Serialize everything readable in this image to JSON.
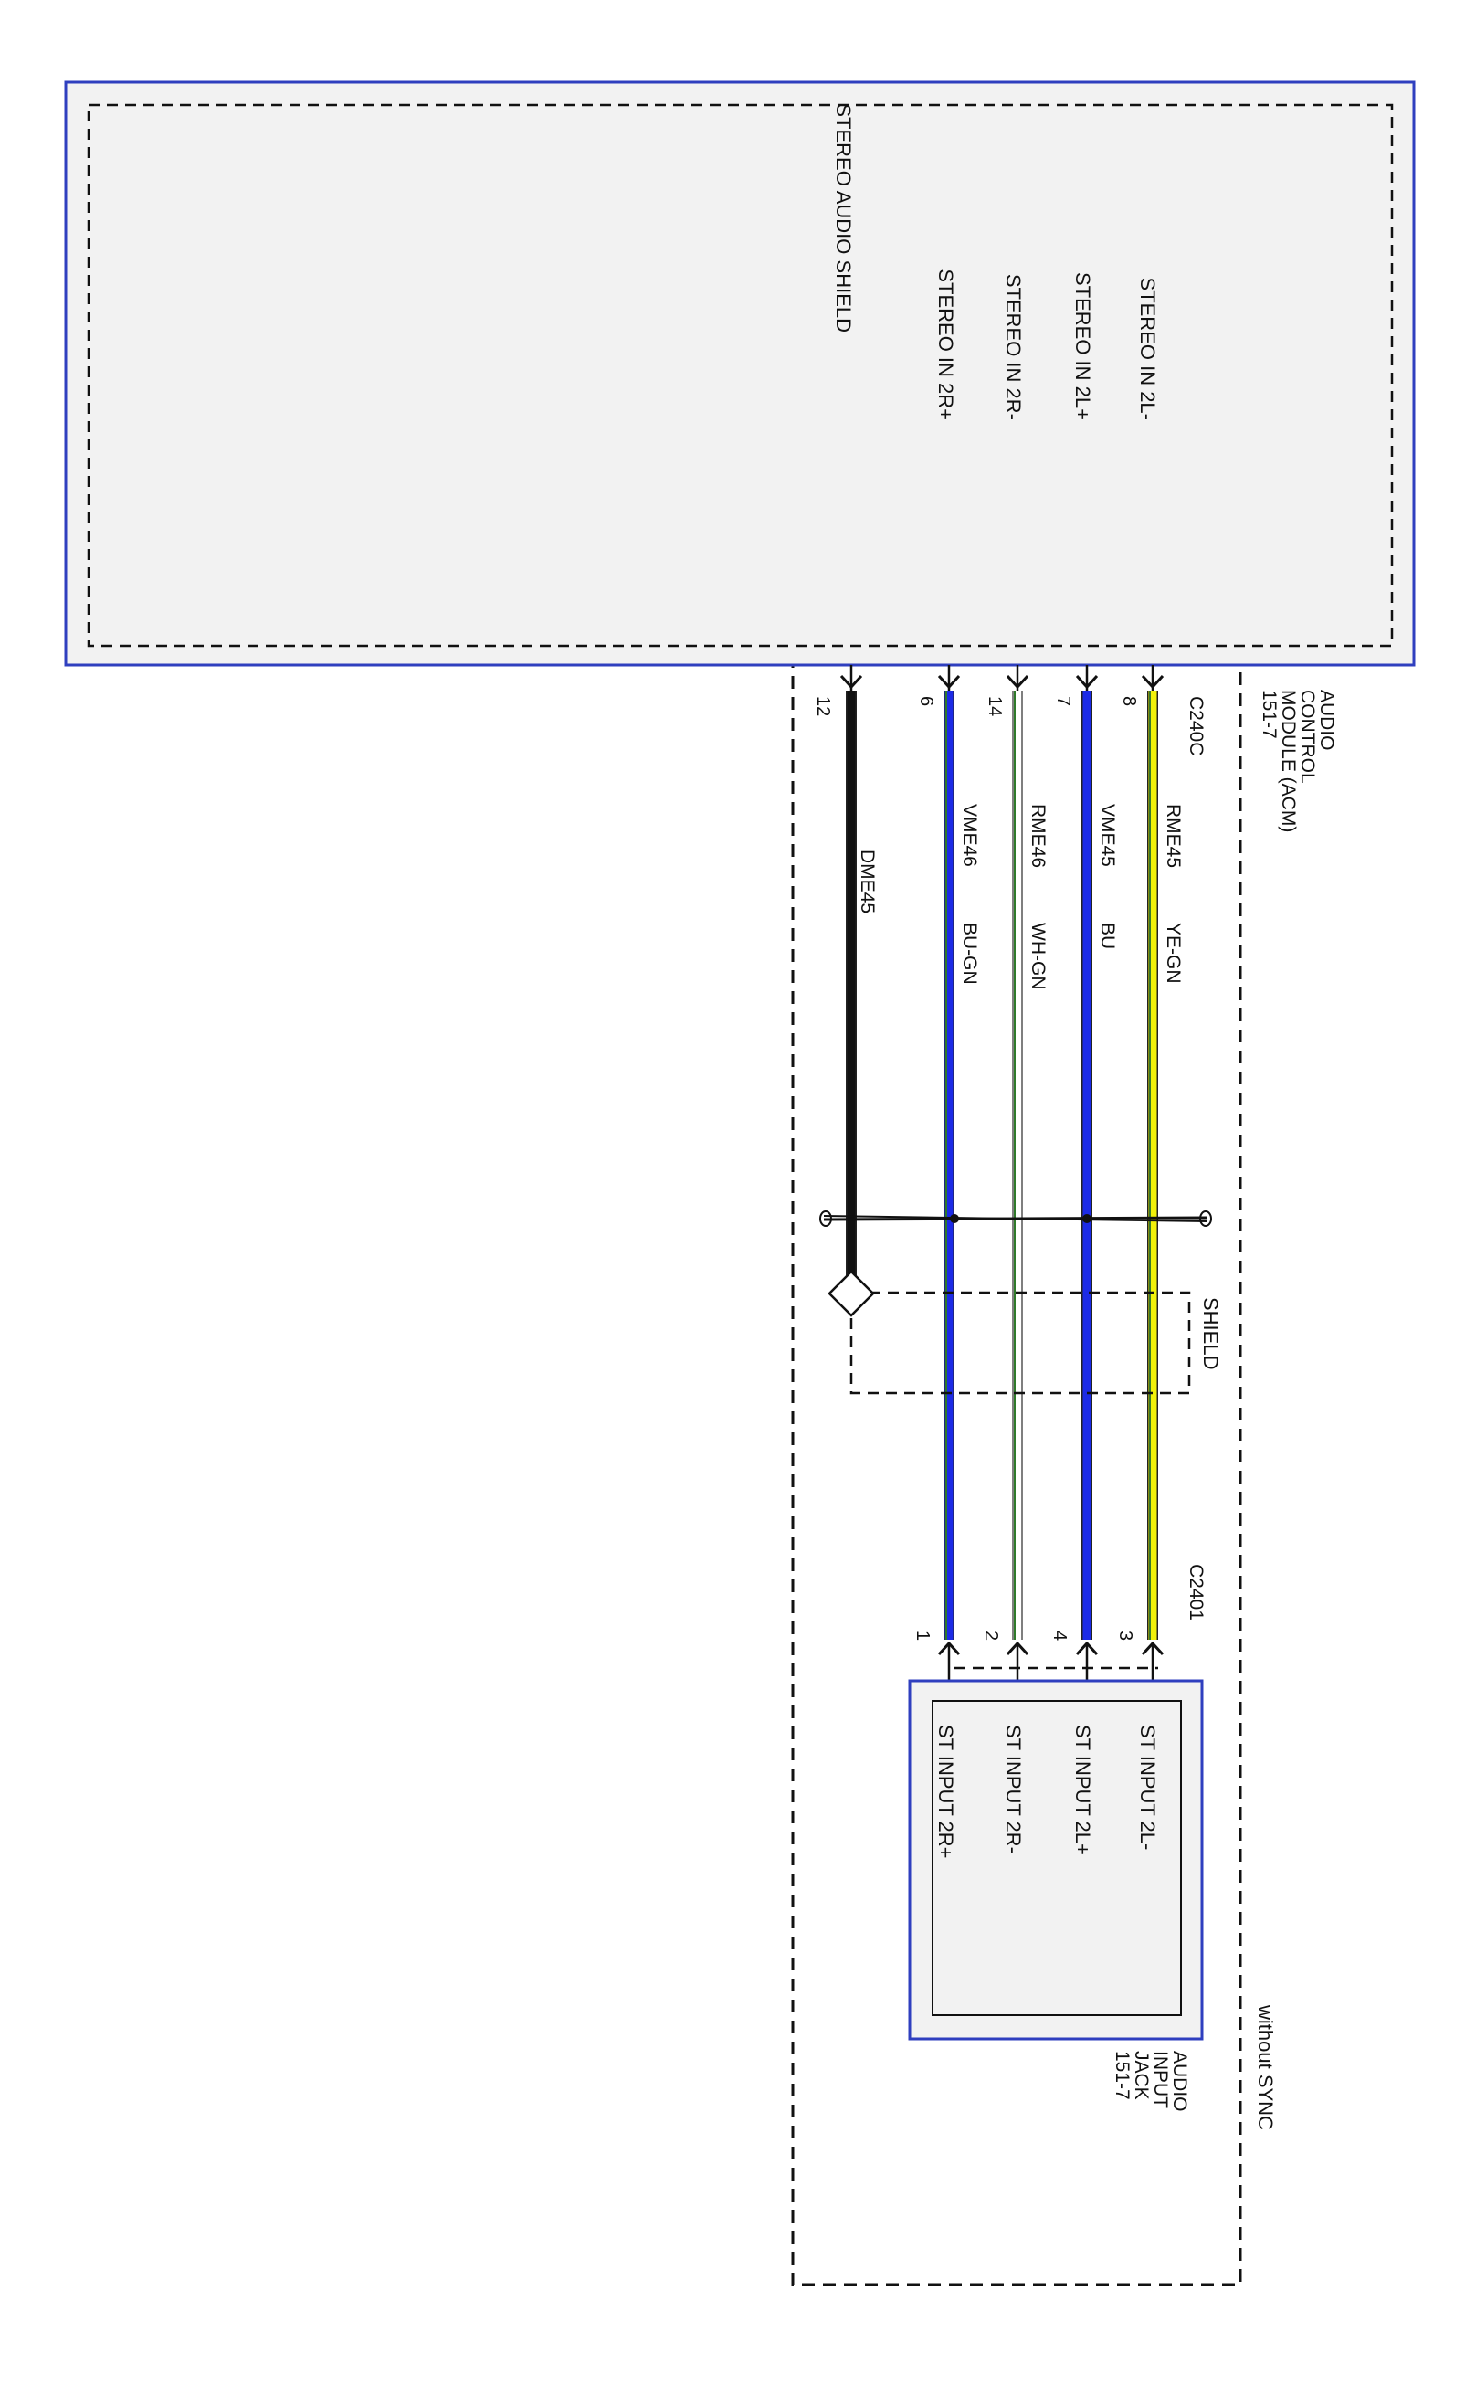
{
  "module": {
    "name_lines": [
      "AUDIO",
      "CONTROL",
      "MODULE (ACM)",
      "151-7"
    ],
    "border_color": "#2f3fbf",
    "fill_color": "#f2f2f2"
  },
  "jack": {
    "name_lines": [
      "AUDIO",
      "INPUT",
      "JACK",
      "151-7"
    ],
    "border_color": "#2f3fbf",
    "fill_color": "#f2f2f2"
  },
  "connectors": {
    "module": "C240C",
    "jack": "C2401"
  },
  "shield_label": "SHIELD",
  "option_label": "without SYNC",
  "wires": [
    {
      "id": "stereo-in-2l-minus",
      "module_pin_label": "STEREO IN 2L-",
      "module_pin": "8",
      "circuit": "RME45",
      "color_code": "YE-GN",
      "jack_pin": "3",
      "jack_pin_label": "ST INPUT 2L-",
      "base_color": "#f2f20a",
      "stripe_color": "#3a7a2a"
    },
    {
      "id": "stereo-in-2l-plus",
      "module_pin_label": "STEREO IN 2L+",
      "module_pin": "7",
      "circuit": "VME45",
      "color_code": "BU",
      "jack_pin": "4",
      "jack_pin_label": "ST INPUT 2L+",
      "base_color": "#1c2be6",
      "stripe_color": ""
    },
    {
      "id": "stereo-in-2r-minus",
      "module_pin_label": "STEREO IN 2R-",
      "module_pin": "14",
      "circuit": "RME46",
      "color_code": "WH-GN",
      "jack_pin": "2",
      "jack_pin_label": "ST INPUT 2R-",
      "base_color": "#ffffff",
      "stripe_color": "#2f7a2a"
    },
    {
      "id": "stereo-in-2r-plus",
      "module_pin_label": "STEREO IN 2R+",
      "module_pin": "6",
      "circuit": "VME46",
      "color_code": "BU-GN",
      "jack_pin": "1",
      "jack_pin_label": "ST INPUT 2R+",
      "base_color": "#1c2be6",
      "stripe_color": "#2f7a2a"
    },
    {
      "id": "stereo-audio-shield",
      "module_pin_label": "STEREO AUDIO SHIELD",
      "module_pin": "12",
      "circuit": "DME45",
      "color_code": "",
      "jack_pin": "",
      "jack_pin_label": "",
      "base_color": "#111111",
      "stripe_color": ""
    }
  ]
}
